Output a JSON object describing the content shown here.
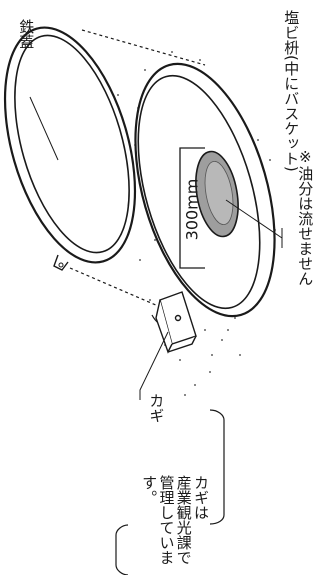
{
  "labels": {
    "lid": "鉄蓋",
    "basket": "塩ビ枡(中にバスケット)",
    "note": "※油分は流せません",
    "dimension": "300mm",
    "key": "カギ",
    "key_note": [
      "カギは",
      "産業観光課で",
      "管理しています。"
    ]
  }
}
